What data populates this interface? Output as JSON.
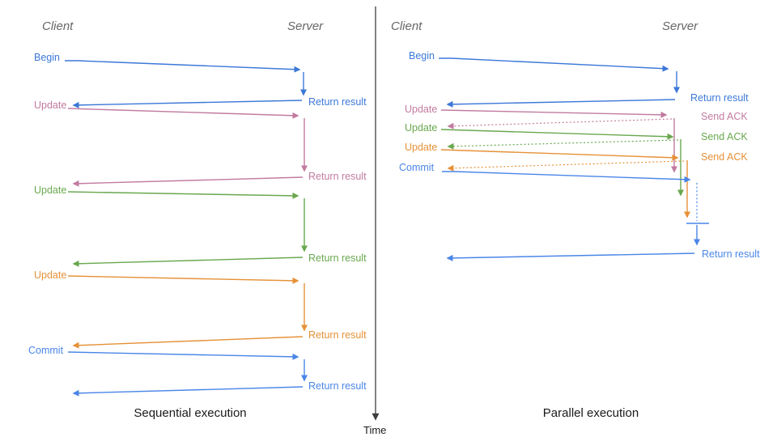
{
  "colors": {
    "blue": "#3c78d8",
    "blue2": "#4a86e8",
    "pink": "#c27ba0",
    "green": "#6aa84f",
    "orange": "#e69138",
    "gray": "#666666",
    "axis": "#3d3d3d",
    "ink": "#1a1a1a"
  },
  "sequential": {
    "title": "Sequential execution",
    "headers": {
      "client": "Client",
      "server": "Server"
    },
    "rows": [
      {
        "label": "Begin",
        "result": "Return result"
      },
      {
        "label": "Update",
        "result": "Return result"
      },
      {
        "label": "Update",
        "result": "Return result"
      },
      {
        "label": "Update",
        "result": "Return result"
      },
      {
        "label": "Commit",
        "result": "Return result"
      }
    ]
  },
  "parallel": {
    "title": "Parallel execution",
    "headers": {
      "client": "Client",
      "server": "Server"
    },
    "rows": [
      {
        "label": "Begin",
        "result": "Return result"
      },
      {
        "label": "Update",
        "ack": "Send ACK"
      },
      {
        "label": "Update",
        "ack": "Send ACK"
      },
      {
        "label": "Update",
        "ack": "Send ACK"
      },
      {
        "label": "Commit",
        "result": "Return result"
      }
    ]
  },
  "time_axis": {
    "label": "Time"
  }
}
